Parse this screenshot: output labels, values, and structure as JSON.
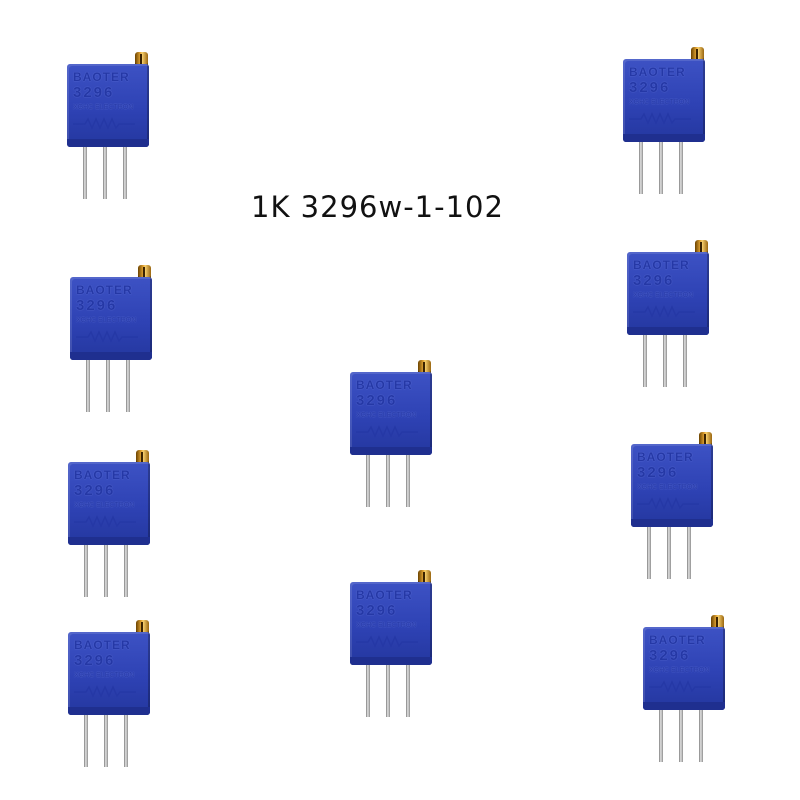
{
  "caption": "1K 3296w-1-102",
  "colors": {
    "background": "#ffffff",
    "body_blue": "#2e42b4",
    "screw_brass": "#e0a233",
    "pin_silver": "#c8c8c8",
    "caption_text": "#111111"
  },
  "potentiometers": [
    {
      "brand": "BAOTER",
      "model": "3296",
      "maker": "XGHC ELECTRON"
    },
    {
      "brand": "BAOTER",
      "model": "3296",
      "maker": "XGHC ELECTRON"
    },
    {
      "brand": "BAOTER",
      "model": "3296",
      "maker": "XGHC ELECTRON"
    },
    {
      "brand": "BAOTER",
      "model": "3296",
      "maker": "XGHC ELECTRON"
    },
    {
      "brand": "BAOTER",
      "model": "3296",
      "maker": "XGHC ELECTRON"
    },
    {
      "brand": "BAOTER",
      "model": "3296",
      "maker": "XGHC ELECTRON"
    },
    {
      "brand": "BAOTER",
      "model": "3296",
      "maker": "XGHC ELECTRON"
    },
    {
      "brand": "BAOTER",
      "model": "3296",
      "maker": "XGHC ELECTRON"
    },
    {
      "brand": "BAOTER",
      "model": "3296",
      "maker": "XGHC ELECTRON"
    },
    {
      "brand": "BAOTER",
      "model": "3296",
      "maker": "XGHC ELECTRON"
    }
  ]
}
